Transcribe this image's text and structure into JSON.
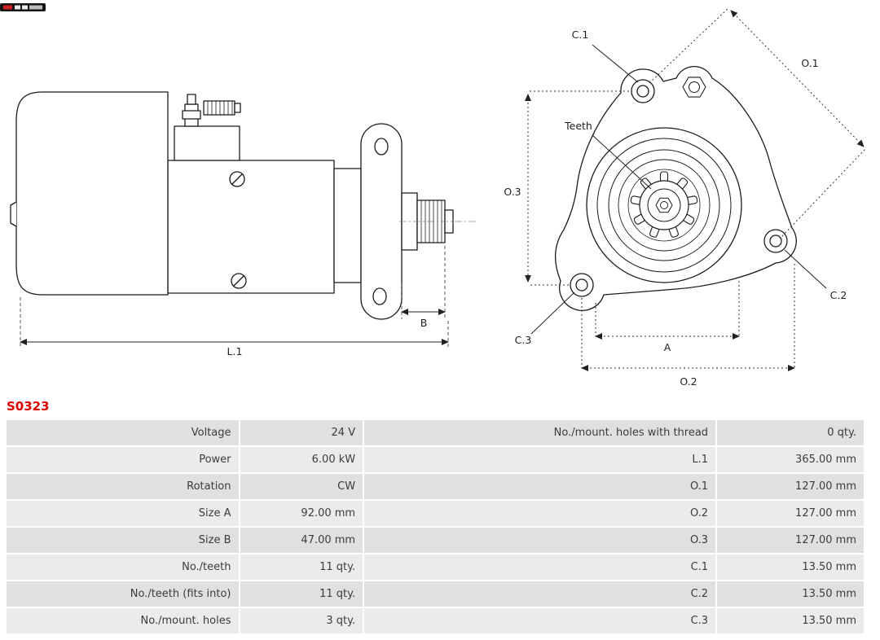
{
  "part_number": "S0323",
  "diagram": {
    "labels": {
      "b": "B",
      "l1": "L.1",
      "c1": "C.1",
      "c2": "C.2",
      "c3": "C.3",
      "o1": "O.1",
      "o2": "O.2",
      "o3": "O.3",
      "a": "A",
      "teeth": "Teeth"
    }
  },
  "spec_table": {
    "rows": [
      {
        "label_left": "Voltage",
        "value_left": "24 V",
        "label_right": "No./mount. holes with thread",
        "value_right": "0 qty."
      },
      {
        "label_left": "Power",
        "value_left": "6.00 kW",
        "label_right": "L.1",
        "value_right": "365.00 mm"
      },
      {
        "label_left": "Rotation",
        "value_left": "CW",
        "label_right": "O.1",
        "value_right": "127.00 mm"
      },
      {
        "label_left": "Size A",
        "value_left": "92.00 mm",
        "label_right": "O.2",
        "value_right": "127.00 mm"
      },
      {
        "label_left": "Size B",
        "value_left": "47.00 mm",
        "label_right": "O.3",
        "value_right": "127.00 mm"
      },
      {
        "label_left": "No./teeth",
        "value_left": "11 qty.",
        "label_right": "C.1",
        "value_right": "13.50 mm"
      },
      {
        "label_left": "No./teeth (fits into)",
        "value_left": "11 qty.",
        "label_right": "C.2",
        "value_right": "13.50 mm"
      },
      {
        "label_left": "No./mount. holes",
        "value_left": "3 qty.",
        "label_right": "C.3",
        "value_right": "13.50 mm"
      }
    ]
  },
  "colors": {
    "part_number_red": "#dd0000",
    "row_odd": "#e0e0e0",
    "row_even": "#ebebeb",
    "drawing_line": "#1b1b1b"
  }
}
